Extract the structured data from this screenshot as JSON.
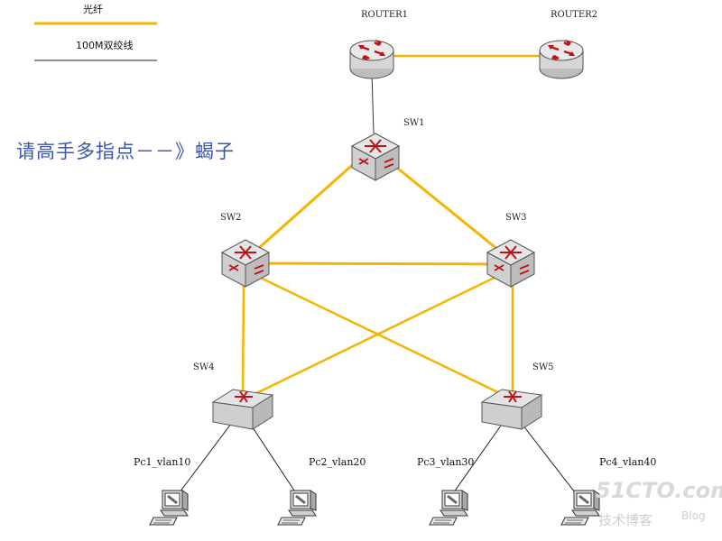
{
  "legend": {
    "fiber_label": "光纤",
    "twisted_pair_label": "100M双绞线",
    "fiber_color": "#f5b400",
    "twisted_pair_color": "#222222"
  },
  "nodes": {
    "router1": "ROUTER1",
    "router2": "ROUTER2",
    "sw1": "SW1",
    "sw2": "SW2",
    "sw3": "SW3",
    "sw4": "SW4",
    "sw5": "SW5"
  },
  "pcs": {
    "pc1": "Pc1_vlan10",
    "pc2": "Pc2_vlan20",
    "pc3": "Pc3_vlan30",
    "pc4": "Pc4_vlan40"
  },
  "note": "请高手多指点－－》蝎子",
  "watermark": {
    "site": "51CTO.com",
    "subtitle": "技术博客",
    "blog": "Blog"
  },
  "colors": {
    "router_body": "#d8d8d8",
    "switch_top": "#e4e4e4",
    "switch_side": "#c2c2c2",
    "arrow_red": "#c0121b",
    "note_blue": "#3b56b0"
  }
}
